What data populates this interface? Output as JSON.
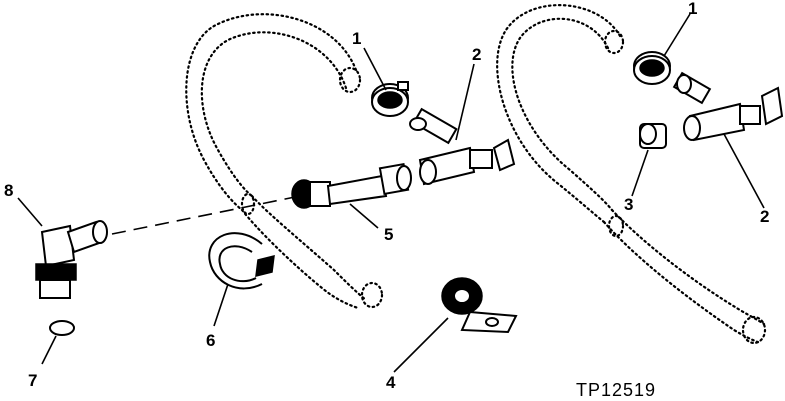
{
  "figure": {
    "reference_code": "TP12519",
    "callouts": [
      "1",
      "2",
      "5",
      "8",
      "7",
      "6",
      "4",
      "1",
      "3",
      "2"
    ]
  }
}
